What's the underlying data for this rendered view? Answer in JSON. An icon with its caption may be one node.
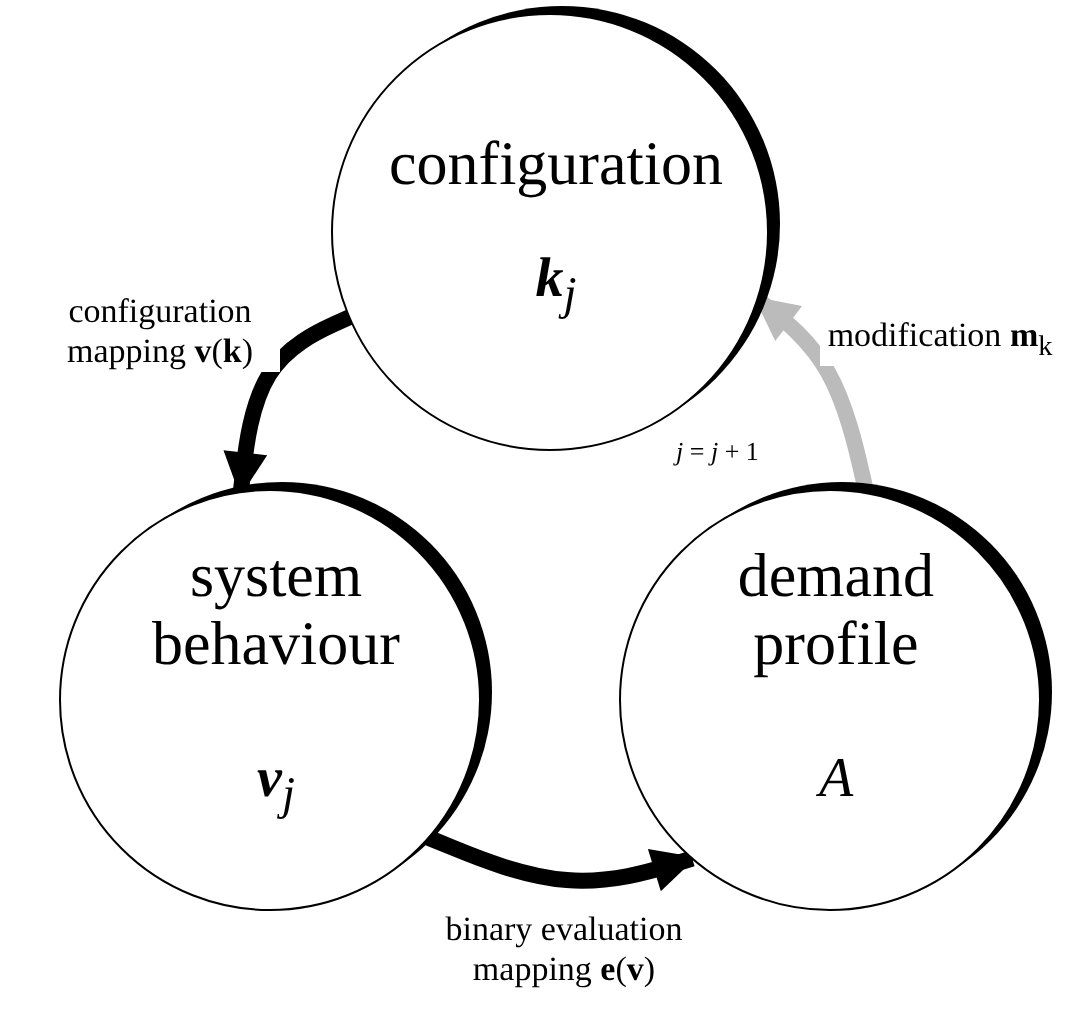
{
  "diagram": {
    "nodes": [
      {
        "text": [
          "configuration",
          "**k**$_{j}$"
        ]
      },
      {
        "text": [
          "system behaviour",
          "**v**$_{j}$"
        ]
      },
      {
        "text": [
          "demand profile",
          "A"
        ]
      }
    ],
    "edges": [
      {
        "from": 0,
        "to": 1,
        "arrow": "to",
        "label": "configuration mapping **v**(**k**)"
      },
      {
        "from": 1,
        "to": 2,
        "arrow": "to",
        "label": "binary evaluation mapping **e**(**v**)"
      },
      {
        "from": 2,
        "to": 0,
        "arrow": "to",
        "label": "modification **m**$_{k}$",
        "color": "#bbbbbb"
      }
    ],
    "labels": [
      "*j* = *j* + 1"
    ]
  }
}
